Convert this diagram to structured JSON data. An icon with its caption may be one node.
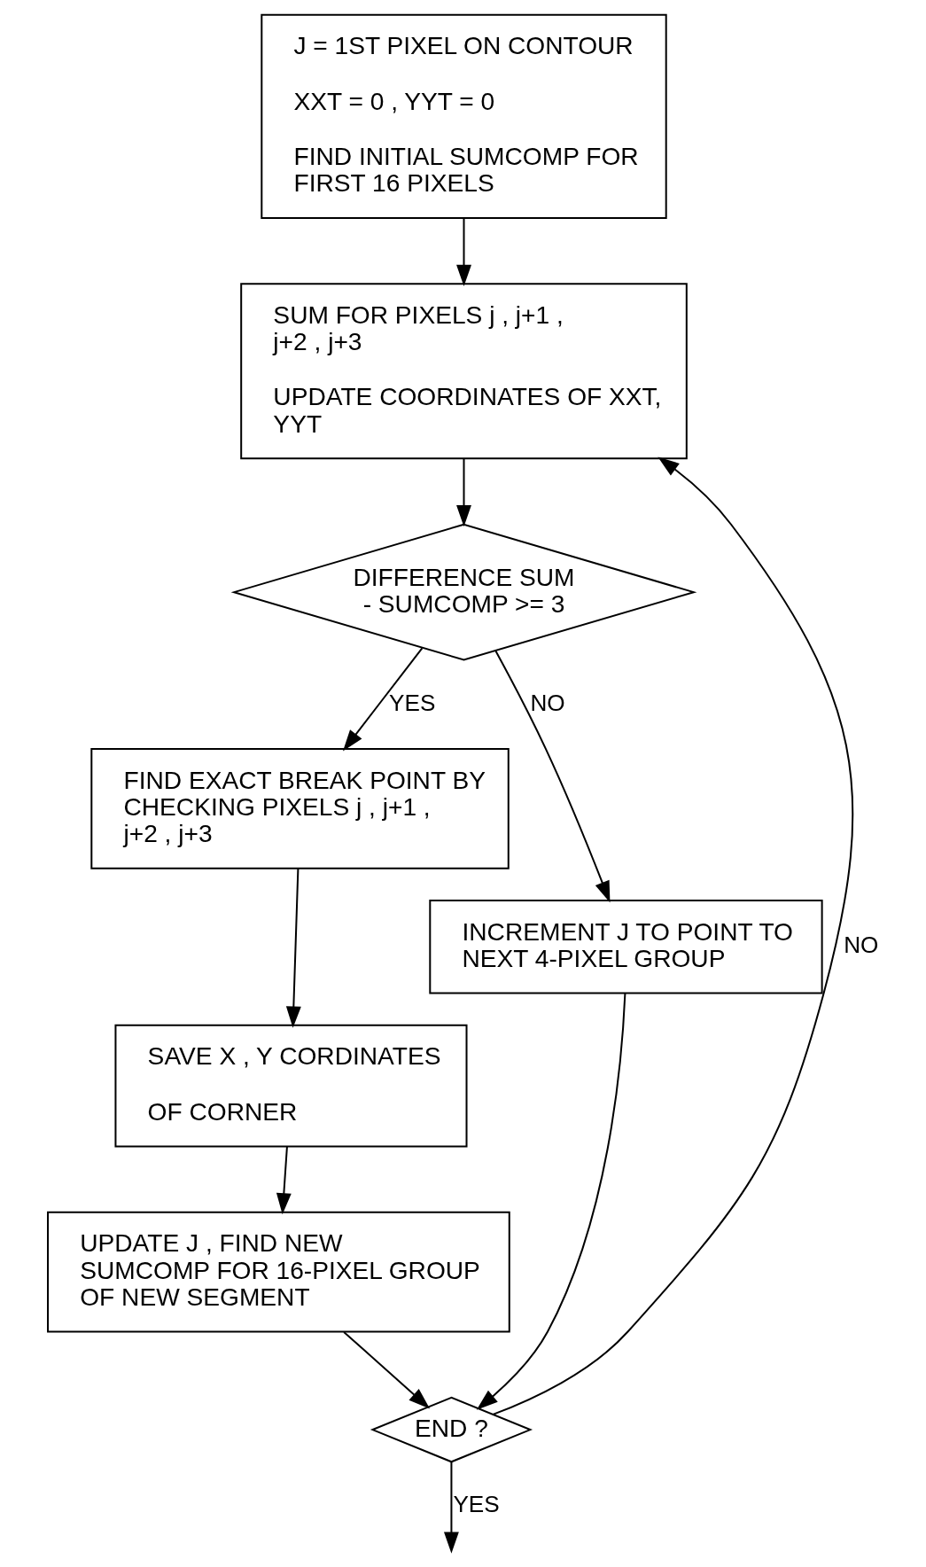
{
  "diagram": {
    "nodes": [
      {
        "text": [
          "J = 1ST PIXEL ON CONTOUR",
          "XXT = 0 , YYT = 0",
          "FIND INITIAL SUMCOMP FOR FIRST 16 PIXELS"
        ]
      },
      {
        "text": [
          "SUM FOR PIXELS j , j+1 , j+2 , j+3",
          "UPDATE COORDINATES OF XXT, YYT"
        ]
      },
      {
        "text": [
          "DIFFERENCE SUM - SUMCOMP >= 3"
        ]
      },
      {
        "text": [
          "FIND EXACT BREAK POINT BY CHECKING PIXELS j , j+1 , j+2 , j+3"
        ]
      },
      {
        "text": [
          "INCREMENT J TO POINT TO NEXT 4-PIXEL GROUP"
        ]
      },
      {
        "text": [
          "SAVE X , Y CORDINATES",
          "OF CORNER"
        ]
      },
      {
        "text": [
          "UPDATE J , FIND NEW SUMCOMP FOR 16-PIXEL GROUP OF NEW SEGMENT"
        ]
      },
      {
        "text": [
          "END ?"
        ]
      }
    ],
    "edges": [
      {
        "from": 0,
        "to": 1,
        "arrow": "to"
      },
      {
        "from": 1,
        "to": 2,
        "arrow": "to"
      },
      {
        "from": 2,
        "to": 3,
        "arrow": "to",
        "label": "YES"
      },
      {
        "from": 2,
        "to": 4,
        "arrow": "to",
        "label": "NO"
      },
      {
        "from": 3,
        "to": 5,
        "arrow": "to"
      },
      {
        "from": 5,
        "to": 6,
        "arrow": "to"
      },
      {
        "from": 4,
        "to": 7,
        "arrow": "to"
      },
      {
        "from": 6,
        "to": 7,
        "arrow": "to"
      },
      {
        "from": 7,
        "to": 1,
        "arrow": "to",
        "label": "NO"
      },
      {
        "from": 7,
        "to": null,
        "arrow": "to",
        "label": "YES"
      }
    ]
  }
}
